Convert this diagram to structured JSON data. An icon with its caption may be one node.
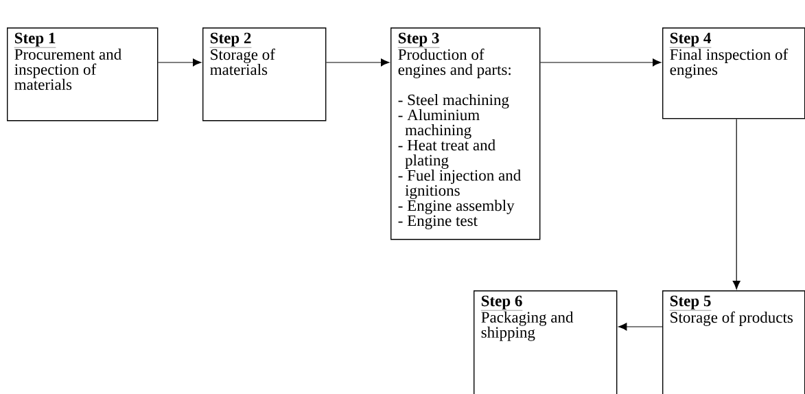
{
  "diagram": {
    "nodes": [
      {
        "text": [
          "Step 1",
          "Procurement and inspection of materials"
        ]
      },
      {
        "text": [
          "Step 2",
          "Storage of materials"
        ]
      },
      {
        "text": [
          "Step 3",
          "Production of engines and parts:",
          "- Steel machining",
          "- Aluminium machining",
          "- Heat treat and plating",
          "- Fuel injection and ignitions",
          "- Engine assembly",
          "- Engine test"
        ]
      },
      {
        "text": [
          "Step 4",
          "Final inspection of engines"
        ]
      },
      {
        "text": [
          "Step 5",
          "Storage of products"
        ]
      },
      {
        "text": [
          "Step 6",
          "Packaging and shipping"
        ]
      }
    ],
    "edges": [
      {
        "from": 0,
        "to": 1,
        "arrow": "to"
      },
      {
        "from": 1,
        "to": 2,
        "arrow": "to"
      },
      {
        "from": 2,
        "to": 3,
        "arrow": "to"
      },
      {
        "from": 3,
        "to": 4,
        "arrow": "to"
      },
      {
        "from": 4,
        "to": 5,
        "arrow": "to"
      }
    ]
  }
}
